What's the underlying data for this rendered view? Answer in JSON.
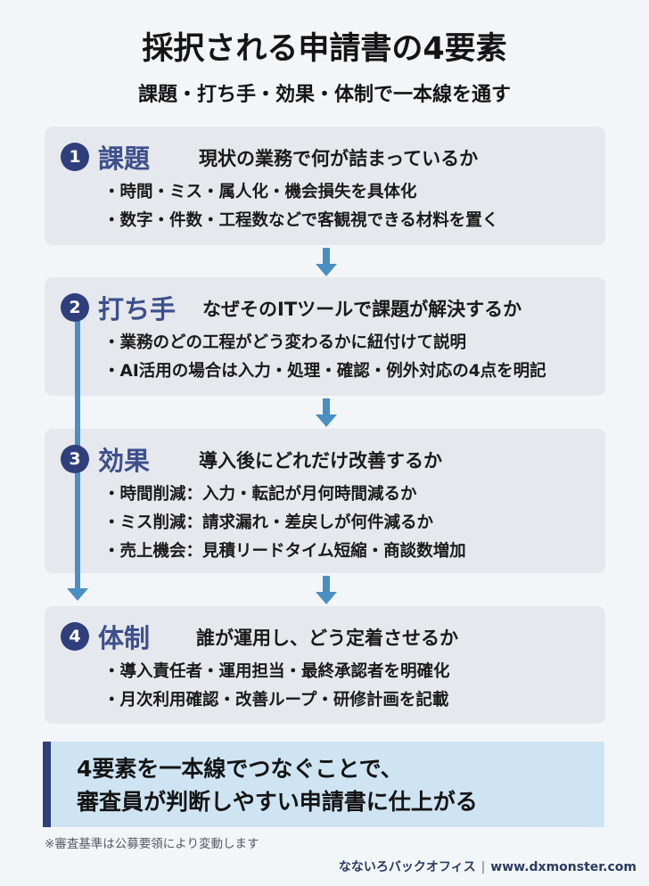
{
  "header": {
    "title": "採択される申請書の4要素",
    "subtitle": "課題・打ち手・効果・体制で一本線を通す"
  },
  "colors": {
    "background": "#f3f6f9",
    "card": "#e5e8ed",
    "badge": "#2f3f7c",
    "card_name": "#3d4f8c",
    "arrow": "#4a8fc4",
    "callout_bg": "#cfe4f3",
    "callout_bar": "#2f3f7c"
  },
  "steps": [
    {
      "number": "1",
      "name": "課題",
      "question": "現状の業務で何が詰まっているか",
      "bullets": [
        "・時間・ミス・属人化・機会損失を具体化",
        "・数字・件数・工程数などで客観視できる材料を置く"
      ]
    },
    {
      "number": "2",
      "name": "打ち手",
      "question": "なぜそのITツールで課題が解決するか",
      "bullets": [
        "・業務のどの工程がどう変わるかに紐付けて説明",
        "・AI活用の場合は入力・処理・確認・例外対応の4点を明記"
      ]
    },
    {
      "number": "3",
      "name": "効果",
      "question": "導入後にどれだけ改善するか",
      "bullets": [
        "・時間削減：入力・転記が月何時間減るか",
        "・ミス削減：請求漏れ・差戻しが何件減るか",
        "・売上機会：見積リードタイム短縮・商談数増加"
      ]
    },
    {
      "number": "4",
      "name": "体制",
      "question": "誰が運用し、どう定着させるか",
      "bullets": [
        "・導入責任者・運用担当・最終承認者を明確化",
        "・月次利用確認・改善ループ・研修計画を記載"
      ]
    }
  ],
  "callout": {
    "line1": "4要素を一本線でつなぐことで、",
    "line2": "審査員が判断しやすい申請書に仕上がる"
  },
  "footer": {
    "note": "※審査基準は公募要領により変動します",
    "brand": "なないろバックオフィス",
    "separator": "|",
    "url": "www.dxmonster.com"
  }
}
